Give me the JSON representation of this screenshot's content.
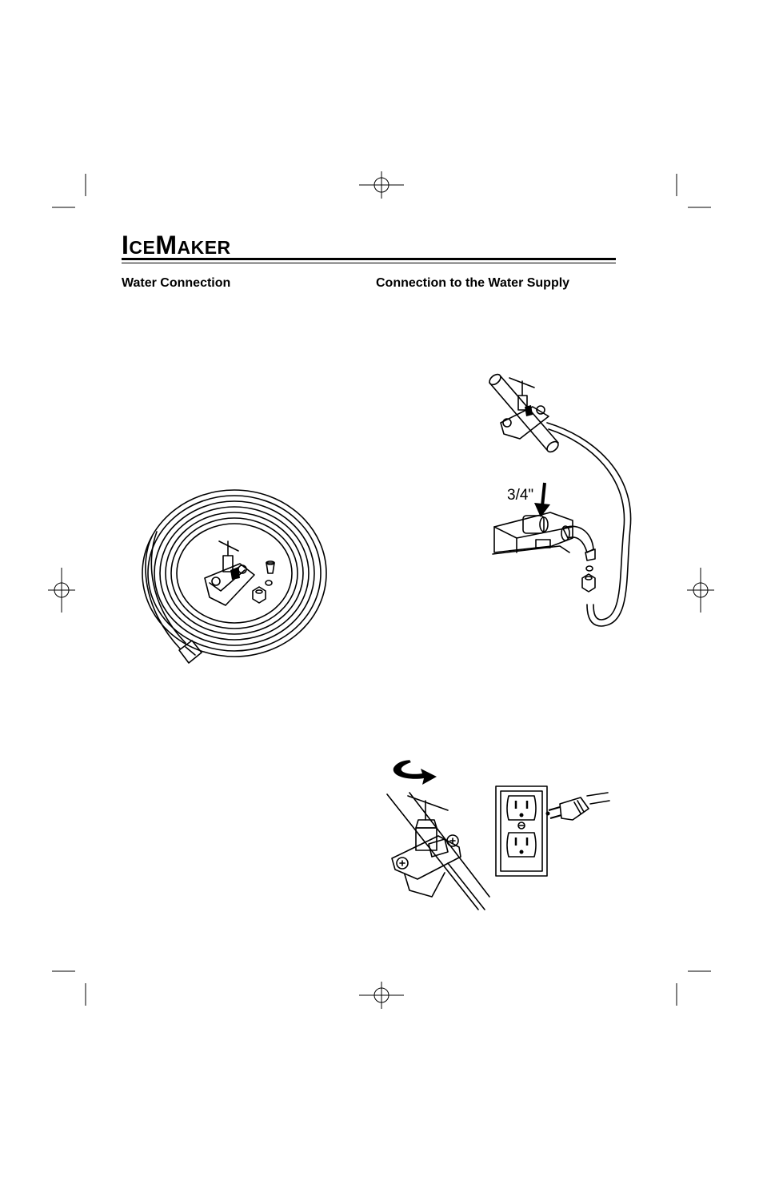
{
  "page": {
    "title_first_letter": "I",
    "title_part1": "CE",
    "title_second_letter": "M",
    "title_part2": "AKER"
  },
  "sections": {
    "left_heading": "Water Connection",
    "right_heading": "Connection to the Water Supply"
  },
  "illustrations": {
    "valve_label": "3/4\""
  }
}
